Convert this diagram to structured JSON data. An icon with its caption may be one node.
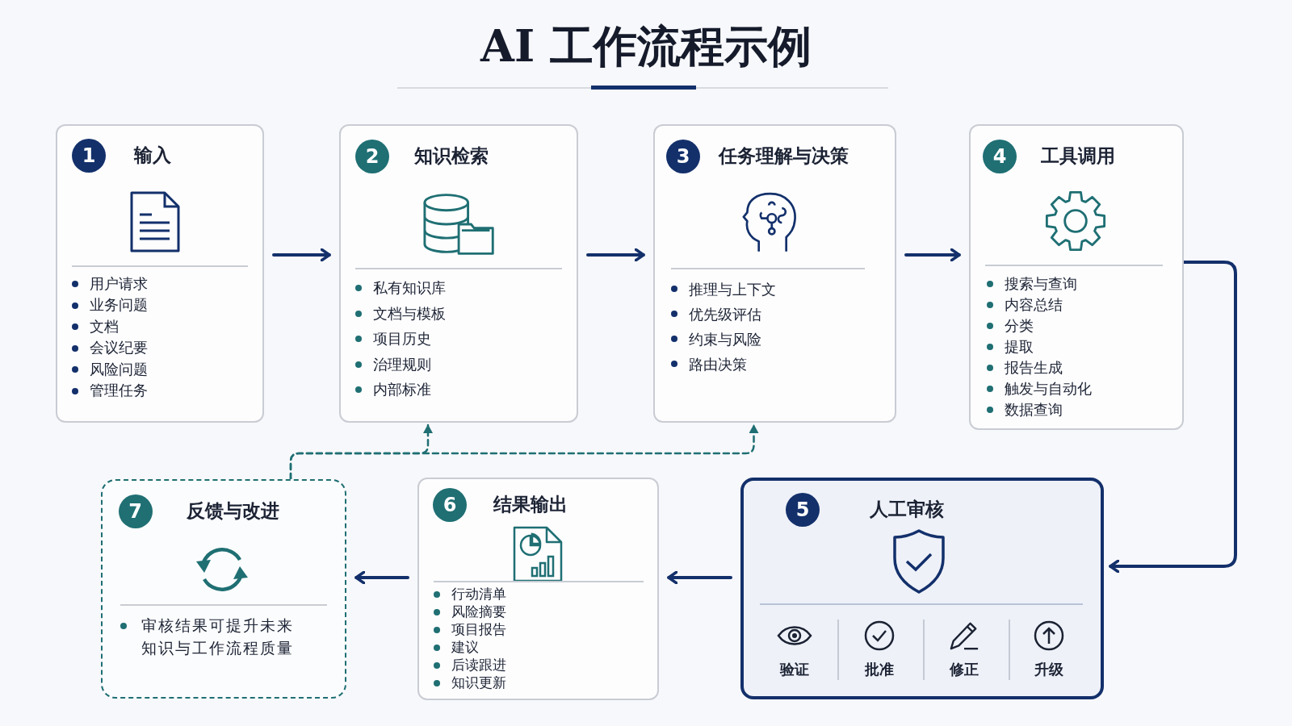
{
  "diagram": {
    "title": "AI 工作流程示例",
    "nodes": [
      {
        "text": [
          "1",
          "输入",
          "用户请求",
          "业务问题",
          "文档",
          "会议纪要",
          "风险问题",
          "管理任务"
        ]
      },
      {
        "text": [
          "2",
          "知识检索",
          "私有知识库",
          "文档与模板",
          "项目历史",
          "治理规则",
          "内部标准"
        ]
      },
      {
        "text": [
          "3",
          "任务理解与决策",
          "推理与上下文",
          "优先级评估",
          "约束与风险",
          "路由决策"
        ]
      },
      {
        "text": [
          "4",
          "工具调用",
          "搜索与查询",
          "内容总结",
          "分类",
          "提取",
          "报告生成",
          "触发与自动化",
          "数据查询"
        ]
      },
      {
        "text": [
          "5",
          "人工审核",
          "验证",
          "批准",
          "修正",
          "升级"
        ]
      },
      {
        "text": [
          "6",
          "结果输出",
          "行动清单",
          "风险摘要",
          "项目报告",
          "建议",
          "后读跟进",
          "知识更新"
        ]
      },
      {
        "text": [
          "7",
          "反馈与改进",
          "审核结果可提升未来知识与工作流程质量"
        ]
      }
    ],
    "edges": [
      {
        "from": 0,
        "to": 1,
        "arrow": "to"
      },
      {
        "from": 1,
        "to": 2,
        "arrow": "to"
      },
      {
        "from": 2,
        "to": 3,
        "arrow": "to"
      },
      {
        "from": 3,
        "to": 4,
        "arrow": "to"
      },
      {
        "from": 4,
        "to": 5,
        "arrow": "to"
      },
      {
        "from": 5,
        "to": 6,
        "arrow": "to"
      },
      {
        "from": 6,
        "to": 1,
        "arrow": "to",
        "style": "dashed",
        "color": "#1f6f73"
      },
      {
        "from": 6,
        "to": 2,
        "arrow": "to",
        "style": "dashed",
        "color": "#1f6f73"
      }
    ]
  }
}
